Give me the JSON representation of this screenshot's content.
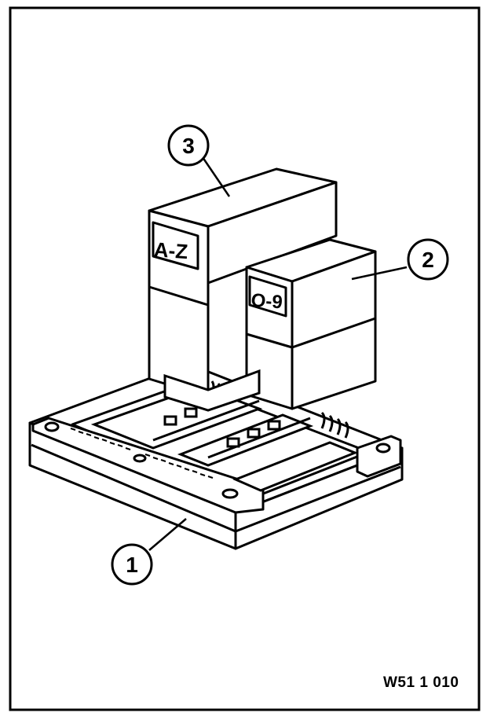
{
  "figure": {
    "reference_code": "W51 1 010",
    "callouts": [
      {
        "number": "1"
      },
      {
        "number": "2"
      },
      {
        "number": "3"
      }
    ],
    "blocks": {
      "letters_label": "A-Z",
      "digits_label": "O-9"
    }
  }
}
